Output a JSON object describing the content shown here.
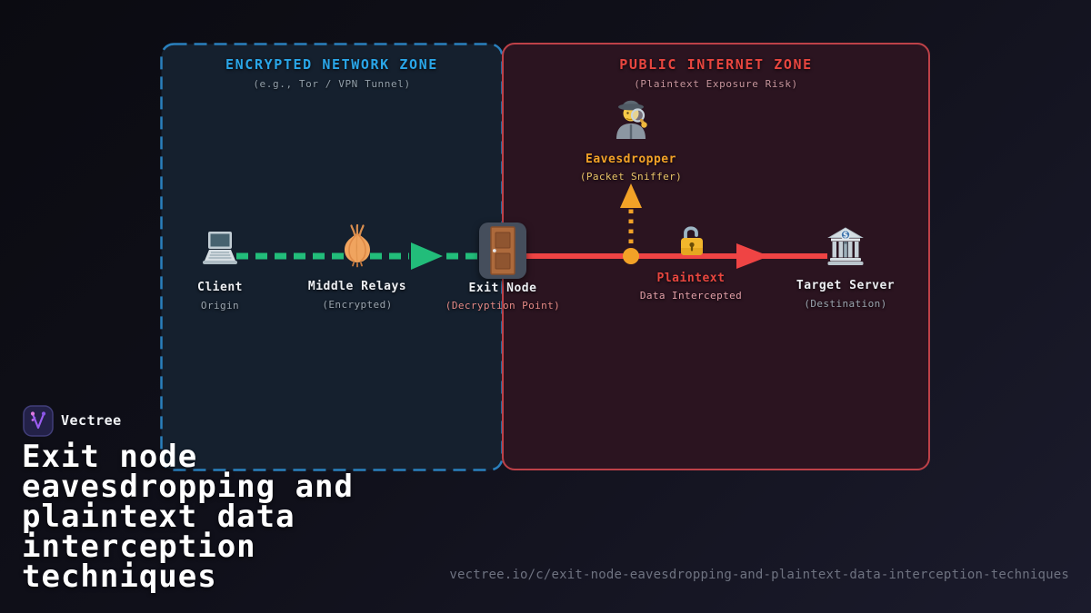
{
  "brand": {
    "name": "Vectree",
    "logo_icon": "vectree-logo-icon"
  },
  "title": "Exit node eavesdropping and plaintext data interception techniques",
  "footer_url": "vectree.io/c/exit-node-eavesdropping-and-plaintext-data-interception-techniques",
  "zones": [
    {
      "id": "encrypted-network-zone",
      "label": "ENCRYPTED NETWORK ZONE",
      "sublabel": "(e.g., Tor / VPN Tunnel)"
    },
    {
      "id": "public-internet-zone",
      "label": "PUBLIC INTERNET ZONE",
      "sublabel": "(Plaintext Exposure Risk)"
    }
  ],
  "nodes": [
    {
      "id": "client",
      "icon": "laptop-icon",
      "label": "Client",
      "sublabel": "Origin",
      "zone": "encrypted-network-zone"
    },
    {
      "id": "middle-relays",
      "icon": "onion-icon",
      "label": "Middle Relays",
      "sublabel": "(Encrypted)",
      "zone": "encrypted-network-zone"
    },
    {
      "id": "exit-node",
      "icon": "door-icon",
      "label": "Exit Node",
      "sublabel": "(Decryption Point)",
      "zone": "zone-boundary"
    },
    {
      "id": "plaintext",
      "icon": "open-lock-icon",
      "label": "Plaintext",
      "sublabel": "Data Intercepted",
      "zone": "public-internet-zone"
    },
    {
      "id": "target-server",
      "icon": "bank-icon",
      "label": "Target Server",
      "sublabel": "(Destination)",
      "zone": "public-internet-zone"
    },
    {
      "id": "eavesdropper",
      "icon": "detective-icon",
      "label": "Eavesdropper",
      "sublabel": "(Packet Sniffer)",
      "zone": "public-internet-zone"
    }
  ],
  "edges": [
    {
      "from": "client",
      "to": "exit-node",
      "style": "dashed",
      "color": "#22bd7a",
      "meaning": "encrypted traffic"
    },
    {
      "from": "exit-node",
      "to": "target-server",
      "style": "solid",
      "color": "#ef4444",
      "meaning": "plaintext traffic"
    },
    {
      "from": "intercept-point",
      "to": "eavesdropper",
      "style": "dotted",
      "color": "#f2a227",
      "meaning": "sniffed data"
    }
  ],
  "colors": {
    "background_left": "#0b0b11",
    "background_right": "#1b1b2c",
    "encrypted_zone_fill": "#15202e",
    "encrypted_zone_border": "#2a80bd",
    "encrypted_accent": "#2aa6e8",
    "encrypted_flow_green": "#22bd7a",
    "public_zone_fill": "#2b1420",
    "public_zone_border": "#bd4148",
    "public_accent": "#e8463f",
    "plaintext_flow_red": "#ef4444",
    "intercept_orange": "#f2a227",
    "label_white": "#eceef2",
    "sublabel_gray": "#9aa4ae"
  }
}
